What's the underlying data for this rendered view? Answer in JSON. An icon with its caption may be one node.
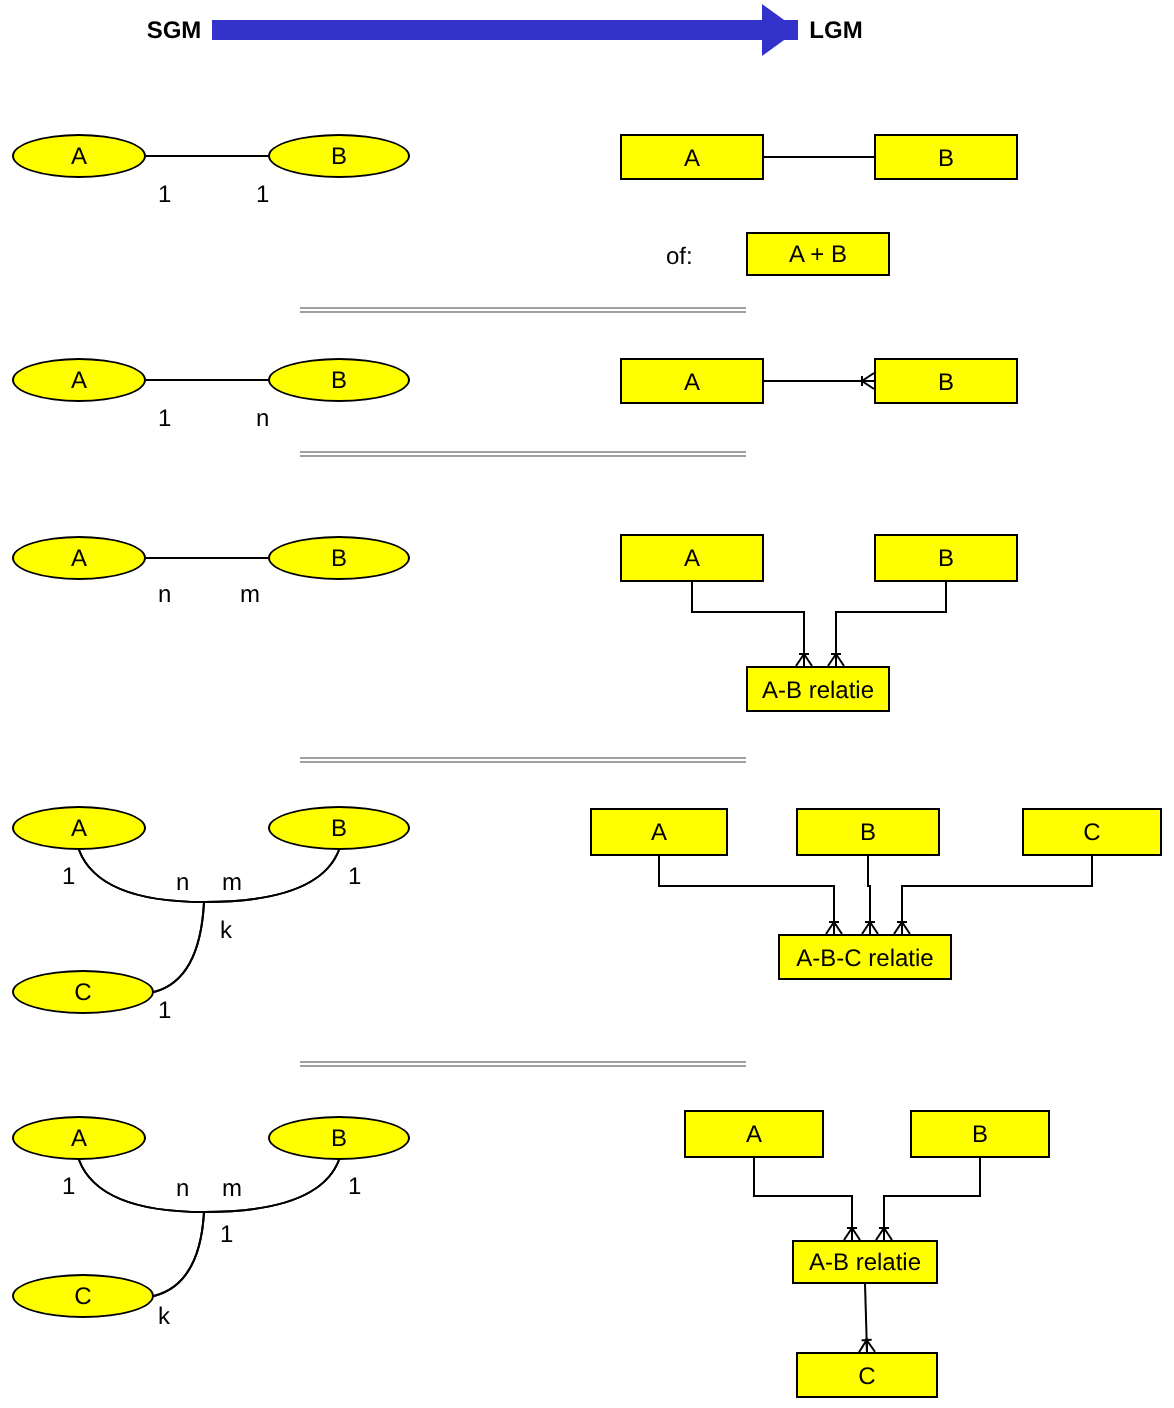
{
  "diagram": {
    "nodes": [
      {
        "text": [
          "SGM"
        ]
      },
      {
        "text": [
          "LGM"
        ]
      },
      {
        "text": [
          "A"
        ]
      },
      {
        "text": [
          "B"
        ]
      },
      {
        "text": [
          "A"
        ]
      },
      {
        "text": [
          "B"
        ]
      },
      {
        "text": [
          "A + B"
        ]
      },
      {
        "text": [
          "A"
        ]
      },
      {
        "text": [
          "B"
        ]
      },
      {
        "text": [
          "A"
        ]
      },
      {
        "text": [
          "B"
        ]
      },
      {
        "text": [
          "A"
        ]
      },
      {
        "text": [
          "B"
        ]
      },
      {
        "text": [
          "A"
        ]
      },
      {
        "text": [
          "B"
        ]
      },
      {
        "text": [
          "A-B relatie"
        ]
      },
      {
        "text": [
          "A"
        ]
      },
      {
        "text": [
          "B"
        ]
      },
      {
        "text": [
          "C"
        ]
      },
      {
        "text": [
          "A"
        ]
      },
      {
        "text": [
          "B"
        ]
      },
      {
        "text": [
          "C"
        ]
      },
      {
        "text": [
          "A-B-C relatie"
        ]
      },
      {
        "text": [
          "A"
        ]
      },
      {
        "text": [
          "B"
        ]
      },
      {
        "text": [
          "C"
        ]
      },
      {
        "text": [
          "A"
        ]
      },
      {
        "text": [
          "B"
        ]
      },
      {
        "text": [
          "A-B relatie"
        ]
      },
      {
        "text": [
          "C"
        ]
      }
    ],
    "edges": [
      {
        "from": 0,
        "to": 1,
        "arrow": "to",
        "style": "thick",
        "color": "#3333cc"
      },
      {
        "from": 2,
        "to": 3,
        "arrow": "none"
      },
      {
        "from": 4,
        "to": 5,
        "arrow": "none"
      },
      {
        "from": 7,
        "to": 8,
        "arrow": "none"
      },
      {
        "from": 9,
        "to": 10,
        "arrow": "other"
      },
      {
        "from": 11,
        "to": 12,
        "arrow": "none"
      },
      {
        "from": 13,
        "to": 15,
        "arrow": "other"
      },
      {
        "from": 14,
        "to": 15,
        "arrow": "other"
      },
      {
        "from": 16,
        "to": 17,
        "arrow": "none"
      },
      {
        "from": 18,
        "to": 16,
        "arrow": "none"
      },
      {
        "from": 18,
        "to": 17,
        "arrow": "none"
      },
      {
        "from": 19,
        "to": 22,
        "arrow": "other"
      },
      {
        "from": 20,
        "to": 22,
        "arrow": "other"
      },
      {
        "from": 21,
        "to": 22,
        "arrow": "other"
      },
      {
        "from": 23,
        "to": 24,
        "arrow": "none"
      },
      {
        "from": 25,
        "to": 23,
        "arrow": "none"
      },
      {
        "from": 25,
        "to": 24,
        "arrow": "none"
      },
      {
        "from": 26,
        "to": 28,
        "arrow": "other"
      },
      {
        "from": 27,
        "to": 28,
        "arrow": "other"
      },
      {
        "from": 28,
        "to": 29,
        "arrow": "other"
      }
    ],
    "labels": [
      "1",
      "1",
      "of:",
      "1",
      "n",
      "n",
      "m",
      "1",
      "n",
      "m",
      "1",
      "k",
      "1",
      "1",
      "n",
      "m",
      "1",
      "1",
      "k"
    ]
  }
}
